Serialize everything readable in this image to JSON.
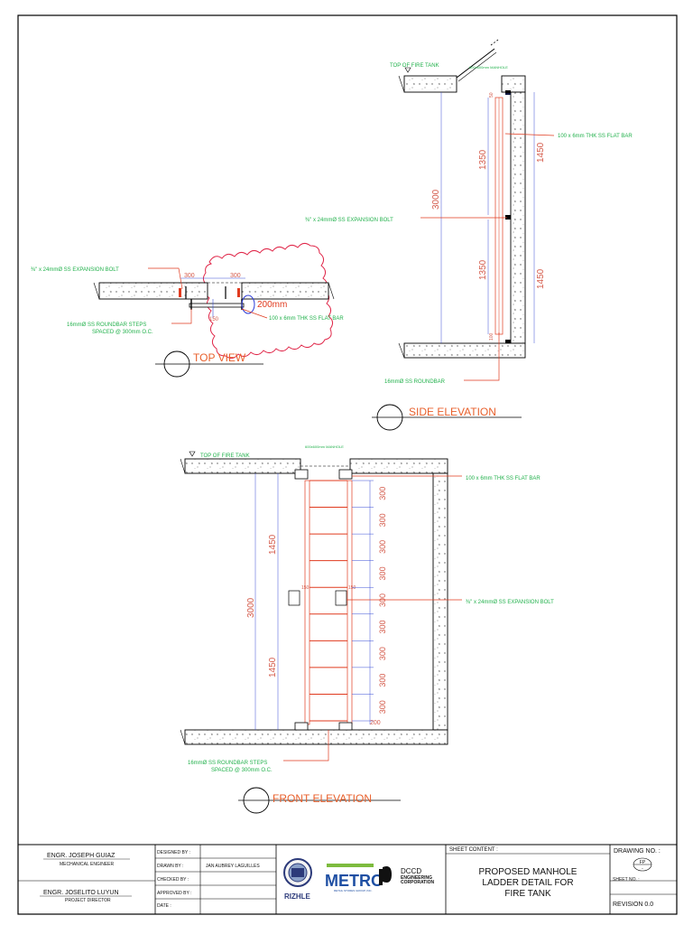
{
  "views": {
    "top": {
      "title": "TOP VIEW",
      "dim_left": "300",
      "dim_right": "300",
      "dim_small": "150",
      "dim_circle": "200mm",
      "bolt_note": "x 24mmØ SS EXPANSION BOLT",
      "steps_note_1": "16mmØ SS ROUNDBAR STEPS",
      "steps_note_2": "SPACED @ 300mm O.C.",
      "flatbar_note": "100 x 6mm THK SS FLAT BAR"
    },
    "side": {
      "title": "SIDE ELEVATION",
      "top_label": "TOP OF FIRE TANK",
      "manhole_label": "600x600mm MANHOLE",
      "flatbar_note": "100 x 6mm THK SS FLAT BAR",
      "bolt_note": "x 24mmØ SS EXPANSION BOLT",
      "roundbar_note": "16mmØ SS ROUNDBAR",
      "dim_total": "3000",
      "dim_inner_top": "1350",
      "dim_inner_bottom": "1350",
      "dim_outer_top": "1450",
      "dim_outer_bottom": "1450",
      "dim_small_top": "50",
      "dim_small_bottom": "100"
    },
    "front": {
      "title": "FRONT ELEVATION",
      "top_label": "TOP OF FIRE TANK",
      "manhole_label": "600x600mm MANHOLE",
      "flatbar_note": "100 x 6mm THK SS FLAT BAR",
      "bolt_note": "x 24mmØ SS EXPANSION BOLT",
      "steps_note_1": "16mmØ SS ROUNDBAR STEPS",
      "steps_note_2": "SPACED @ 300mm O.C.",
      "dim_total": "3000",
      "dim_top": "1450",
      "dim_bottom": "1450",
      "dim_bottom_small": "200",
      "dim_bracket_left": "150",
      "dim_bracket_right": "150",
      "rung_spacings": [
        "300",
        "300",
        "300",
        "300",
        "300",
        "300",
        "300",
        "300",
        "300"
      ]
    }
  },
  "title_block": {
    "engineer_1_name": "ENGR. JOSEPH GUIAZ",
    "engineer_1_role": "MECHANICAL ENGINEER",
    "engineer_2_name": "ENGR. JOSELITO LUYUN",
    "engineer_2_role": "PROJECT DIRECTOR",
    "designed_by_label": "DESIGNED BY :",
    "drawn_by_label": "DRAWN BY :",
    "drawn_by_value": "JAN AUBREY LAGUILLES",
    "checked_by_label": "CHECKED BY :",
    "approved_by_label": "APPROVED BY :",
    "date_label": "DATE :",
    "logo_1": "RIZHLE",
    "logo_2": "METRO",
    "logo_2_sub": "RETAIL STORES GROUP, INC.",
    "logo_3_top": "DCCD",
    "logo_3_mid": "ENGINEERING",
    "logo_3_bot": "CORPORATION",
    "sheet_content_label": "SHEET CONTENT :",
    "sheet_content_1": "PROPOSED MANHOLE",
    "sheet_content_2": "LADDER DETAIL FOR",
    "sheet_content_3": "FIRE TANK",
    "drawing_no_label": "DRAWING NO. :",
    "drawing_no_top": "FP",
    "drawing_no_bottom": "-",
    "sheet_no_label": "SHEET NO. :",
    "revision": "REVISION 0.0"
  },
  "colors": {
    "note": "#22b14c",
    "leader": "#e03a1e",
    "title": "#e8602c",
    "dimension": "#d45a4a",
    "dimline": "#3a4fd6",
    "cloud": "#e0284a"
  }
}
